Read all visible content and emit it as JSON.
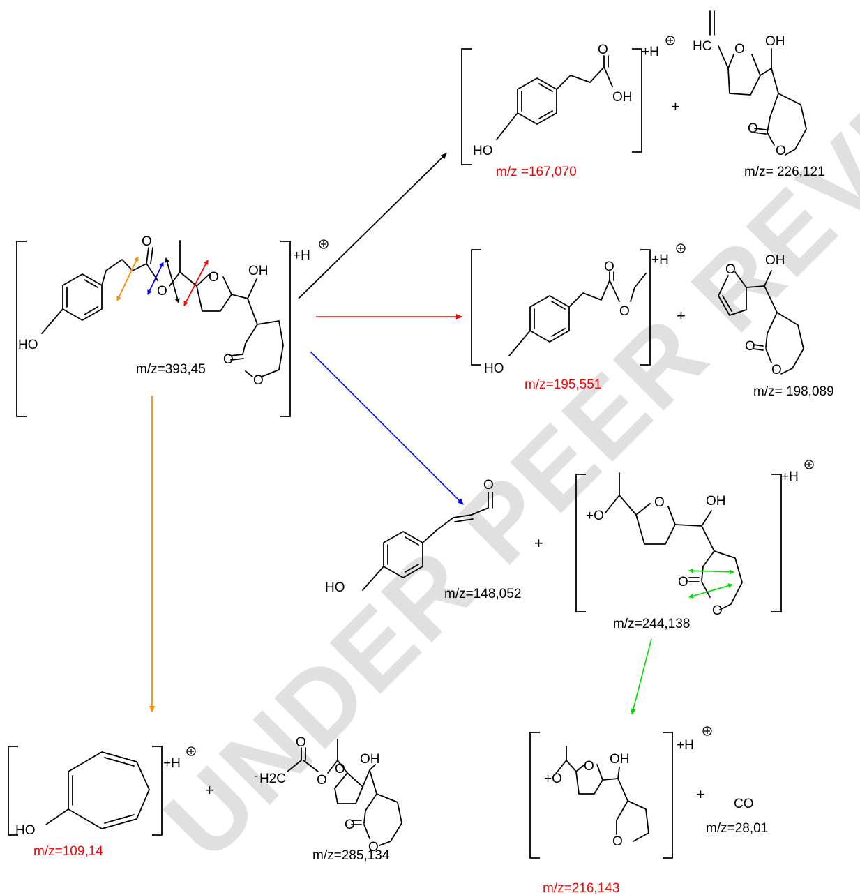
{
  "labels": {
    "parent_mz": "m/z=393,45",
    "p1_mz": "m/z =167,070",
    "p1b_mz": "m/z= 226,121",
    "p2_mz": "m/z=195,551",
    "p2b_mz": "m/z= 198,089",
    "p3_mz": "m/z=148,052",
    "p3b_mz": "m/z=244,138",
    "p4_mz": "m/z=109,14",
    "p4b_mz": "m/z=285,134",
    "p5_mz": "m/z=216,143",
    "p5b_mz": "m/z=28,01",
    "co": "CO",
    "protonation": "+H",
    "plus": "+"
  },
  "atoms": {
    "O": "O",
    "OH": "OH",
    "HO": "HO",
    "HC": "HC",
    "H2C": "H2C",
    "O_plus": "+O",
    "minus": "-"
  },
  "watermark": "UNDER PEER REVIEW",
  "colors": {
    "red": "#ff0000",
    "black": "#000000",
    "blue": "#0000ff",
    "orange": "#ff8c00",
    "green": "#00dd00"
  }
}
